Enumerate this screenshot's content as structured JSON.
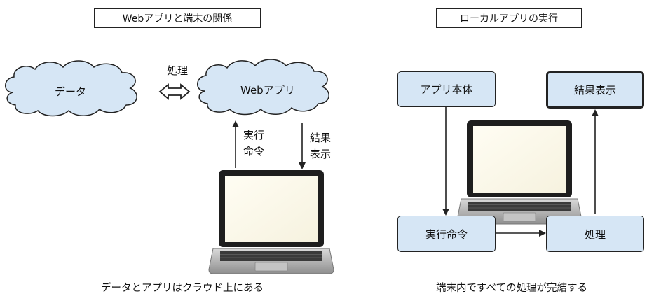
{
  "left_panel": {
    "title": "Webアプリと端末の関係",
    "cloud_data": "データ",
    "cloud_app": "Webアプリ",
    "process_label": "処理",
    "exec_label_1": "実行",
    "exec_label_2": "命令",
    "result_label_1": "結果",
    "result_label_2": "表示",
    "caption": "データとアプリはクラウド上にある"
  },
  "right_panel": {
    "title": "ローカルアプリの実行",
    "app_body": "アプリ本体",
    "result_display": "結果表示",
    "exec_command": "実行命令",
    "process": "処理",
    "caption": "端末内ですべての処理が完結する"
  },
  "colors": {
    "box_fill": "#d6e6f5",
    "outline": "#222222"
  },
  "icons": [
    "cloud-icon",
    "double-arrow-icon",
    "laptop-icon",
    "arrow-icon"
  ]
}
